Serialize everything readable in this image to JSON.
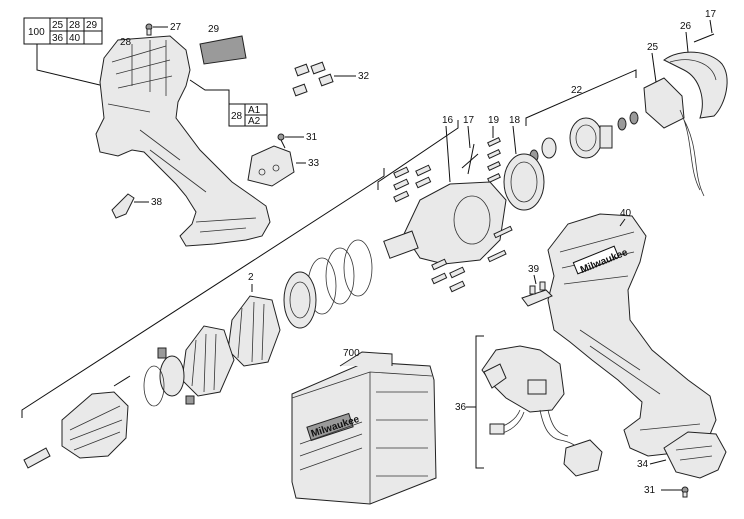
{
  "kit_table": {
    "main": "100",
    "row1": [
      "25",
      "28",
      "29"
    ],
    "row2": [
      "36",
      "40",
      ""
    ]
  },
  "sub_table": {
    "main": "28",
    "row1": "A1",
    "row2": "A2"
  },
  "labels": {
    "p17a": "17",
    "p26": "26",
    "p25": "25",
    "p22": "22",
    "p16": "16",
    "p17b": "17",
    "p19": "19",
    "p18": "18",
    "p27": "27",
    "p28": "28",
    "p29": "29",
    "p32": "32",
    "p31a": "31",
    "p33": "33",
    "p38": "38",
    "p2": "2",
    "p40": "40",
    "p39": "39",
    "p700": "700",
    "p36": "36",
    "p34": "34",
    "p31b": "31"
  },
  "logo_text": "Milwaukee",
  "colors": {
    "line": "#111111",
    "part_fill": "#e9e9e9",
    "shade": "#9a9a9a"
  }
}
